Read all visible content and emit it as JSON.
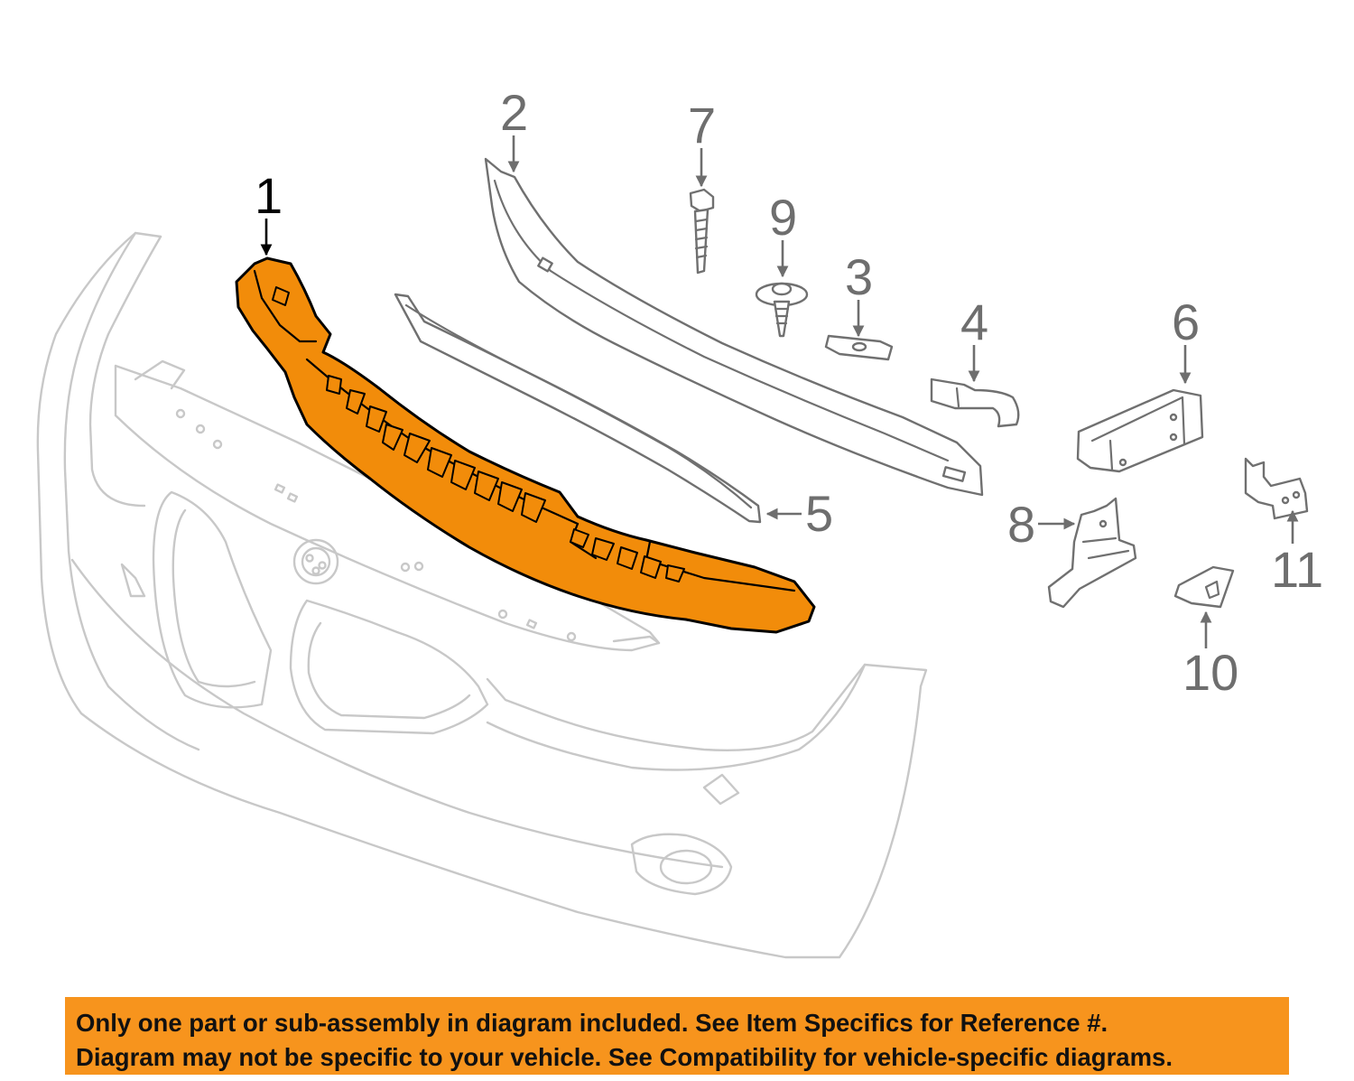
{
  "diagram": {
    "highlight_color": "#f28c0a",
    "highlighted_callout": "1",
    "callouts": {
      "c1": "1",
      "c2": "2",
      "c3": "3",
      "c4": "4",
      "c5": "5",
      "c6": "6",
      "c7": "7",
      "c8": "8",
      "c9": "9",
      "c10": "10",
      "c11": "11"
    }
  },
  "disclaimer": {
    "background": "#f7941d",
    "line1": "Only one part or sub-assembly in diagram included. See Item Specifics for Reference #.",
    "line2": "Diagram may not be specific to your vehicle. See Compatibility for vehicle-specific diagrams."
  }
}
